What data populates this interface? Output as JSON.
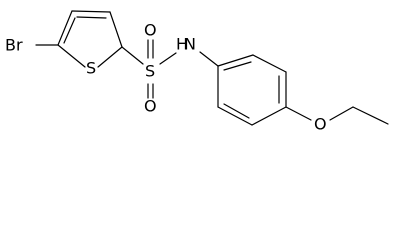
{
  "molecule": {
    "atoms": [
      {
        "id": "br",
        "label": "Br"
      },
      {
        "id": "s_ring",
        "label": "S"
      },
      {
        "id": "s_sulfonyl",
        "label": "S"
      },
      {
        "id": "o_upper",
        "label": "O"
      },
      {
        "id": "o_lower",
        "label": "O"
      },
      {
        "id": "nh",
        "label": "N"
      },
      {
        "id": "nh_h",
        "label": "H"
      },
      {
        "id": "o_ether",
        "label": "O"
      }
    ]
  }
}
